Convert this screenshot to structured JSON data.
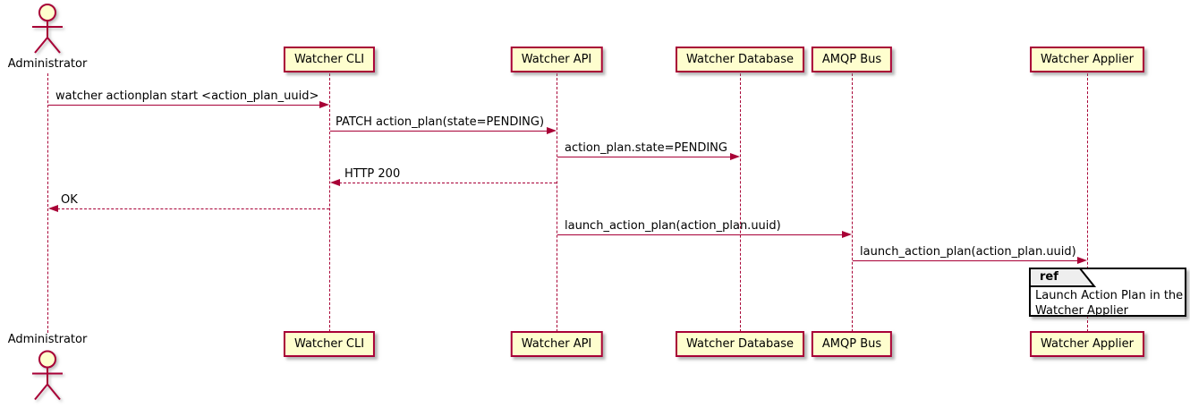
{
  "diagram_type": "sequence",
  "colors": {
    "participant_fill": "#FEFECE",
    "participant_border": "#A80036",
    "lifeline": "#A80036",
    "arrow": "#A80036",
    "text": "#000000",
    "ref_border": "#000000",
    "ref_header_fill": "#EEEEEE",
    "background": "#FFFFFF"
  },
  "actor": {
    "name": "Administrator"
  },
  "participants": [
    {
      "label": "Watcher CLI"
    },
    {
      "label": "Watcher API"
    },
    {
      "label": "Watcher Database"
    },
    {
      "label": "AMQP Bus"
    },
    {
      "label": "Watcher Applier"
    }
  ],
  "messages": [
    {
      "label": "watcher actionplan start <action_plan_uuid>",
      "from": "Administrator",
      "to": "Watcher CLI",
      "line": "solid"
    },
    {
      "label": "PATCH action_plan(state=PENDING)",
      "from": "Watcher CLI",
      "to": "Watcher API",
      "line": "solid"
    },
    {
      "label": "action_plan.state=PENDING",
      "from": "Watcher API",
      "to": "Watcher Database",
      "line": "solid"
    },
    {
      "label": "HTTP 200",
      "from": "Watcher API",
      "to": "Watcher CLI",
      "line": "dashed"
    },
    {
      "label": "OK",
      "from": "Watcher CLI",
      "to": "Administrator",
      "line": "dashed"
    },
    {
      "label": "launch_action_plan(action_plan.uuid)",
      "from": "Watcher API",
      "to": "AMQP Bus",
      "line": "solid"
    },
    {
      "label": "launch_action_plan(action_plan.uuid)",
      "from": "AMQP Bus",
      "to": "Watcher Applier",
      "line": "solid"
    }
  ],
  "ref": {
    "keyword": "ref",
    "target": "Watcher Applier",
    "text": "Launch Action Plan in the\nWatcher Applier"
  }
}
